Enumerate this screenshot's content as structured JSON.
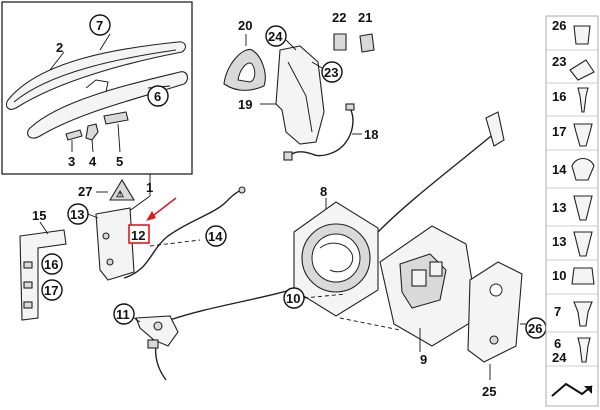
{
  "callouts": {
    "c1": "1",
    "c2": "2",
    "c3": "3",
    "c4": "4",
    "c5": "5",
    "c6": "6",
    "c7": "7",
    "c8": "8",
    "c9": "9",
    "c10": "10",
    "c11": "11",
    "c12": "12",
    "c13": "13",
    "c14": "14",
    "c15": "15",
    "c16": "16",
    "c17": "17",
    "c18": "18",
    "c19": "19",
    "c20": "20",
    "c21": "21",
    "c22": "22",
    "c23": "23",
    "c24": "24",
    "c25": "25",
    "c26": "26",
    "c27": "27"
  },
  "sidebar": {
    "items": [
      "26",
      "23",
      "16",
      "17",
      "14",
      "13",
      "13",
      "10",
      "7",
      "6",
      "24"
    ]
  },
  "colors": {
    "highlight": "#e0191a",
    "line": "#111111"
  },
  "icons": {
    "arrow": "red-arrow-icon",
    "catalog": "catalog-arrow-icon"
  }
}
